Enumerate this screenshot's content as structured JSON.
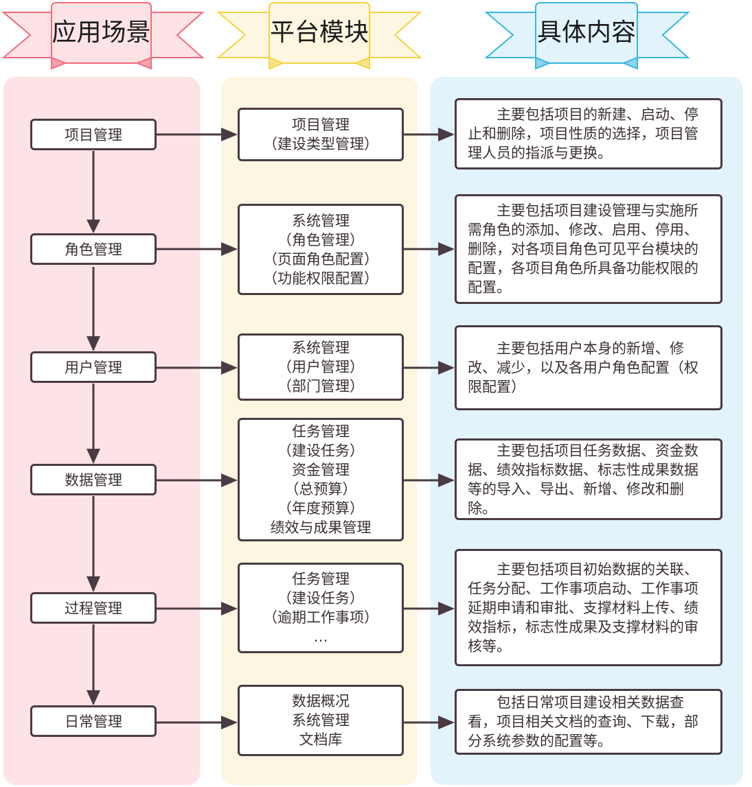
{
  "headers": {
    "scene": "应用场景",
    "module": "平台模块",
    "content": "具体内容"
  },
  "colors": {
    "pink_banner": "#f26b7a",
    "yellow_banner": "#f5d33f",
    "blue_banner": "#36b6e0",
    "box_border": "#4a3a42"
  },
  "rows": [
    {
      "scene": "项目管理",
      "module": [
        "项目管理",
        "（建设类型管理）"
      ],
      "content": "主要包括项目的新建、启动、停止和删除，项目性质的选择，项目管理人员的指派与更换。"
    },
    {
      "scene": "角色管理",
      "module": [
        "系统管理",
        "（角色管理）",
        "（页面角色配置）",
        "（功能权限配置）"
      ],
      "content": "主要包括项目建设管理与实施所需角色的添加、修改、启用、停用、删除，对各项目角色可见平台模块的配置，各项目角色所具备功能权限的配置。"
    },
    {
      "scene": "用户管理",
      "module": [
        "系统管理",
        "（用户管理）",
        "（部门管理）"
      ],
      "content": "主要包括用户本身的新增、修改、减少，以及各用户角色配置（权限配置）"
    },
    {
      "scene": "数据管理",
      "module": [
        "任务管理",
        "（建设任务）",
        "资金管理",
        "（总预算）",
        "（年度预算）",
        "绩效与成果管理"
      ],
      "content": "主要包括项目任务数据、资金数据、绩效指标数据、标志性成果数据等的导入、导出、新增、修改和删除。"
    },
    {
      "scene": "过程管理",
      "module": [
        "任务管理",
        "（建设任务）",
        "（逾期工作事项）",
        "…"
      ],
      "content": "主要包括项目初始数据的关联、任务分配、工作事项启动、工作事项延期申请和审批、支撑材料上传、绩效指标，标志性成果及支撑材料的审核等。"
    },
    {
      "scene": "日常管理",
      "module": [
        "数据概况",
        "系统管理",
        "文档库"
      ],
      "content": "包括日常项目建设相关数据查看，项目相关文档的查询、下载，部分系统参数的配置等。"
    }
  ]
}
